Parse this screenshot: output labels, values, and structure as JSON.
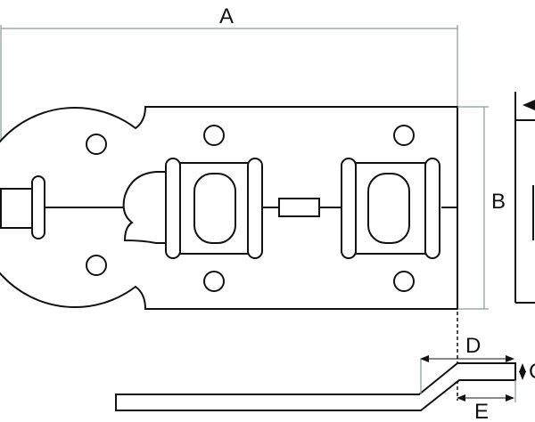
{
  "drawing": {
    "dimension_labels": {
      "a": "A",
      "b": "B",
      "c": "C",
      "d": "D",
      "e": "E"
    },
    "colors": {
      "outline": "#111111",
      "dimension": "#8a9a9a"
    }
  }
}
